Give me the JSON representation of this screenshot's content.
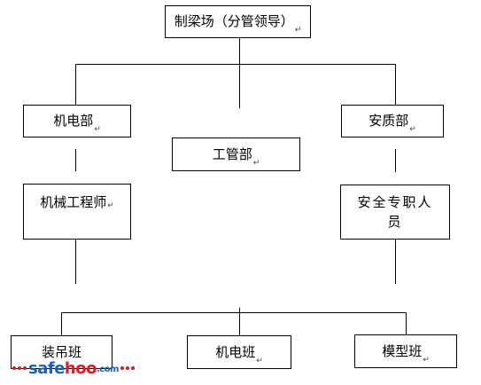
{
  "diagram": {
    "nodes": {
      "root": "制梁场（分管领导）",
      "jidianbu": "机电部",
      "gongguanbu": "工管部",
      "anzhibu": "安质部",
      "engineer": "机械工程师",
      "safety_officer": "安全专职人员",
      "hoisting_team": "装吊班",
      "electrical_team": "机电班",
      "formwork_team": "模型班"
    },
    "paragraph_mark": "↵"
  },
  "watermark": {
    "part1": "safe",
    "part2": "hoo",
    "part3": ".com"
  },
  "colors": {
    "line": "#000000",
    "box_border": "#000000",
    "watermark_blue": "#1a5fb4",
    "watermark_red": "#e01b24"
  }
}
